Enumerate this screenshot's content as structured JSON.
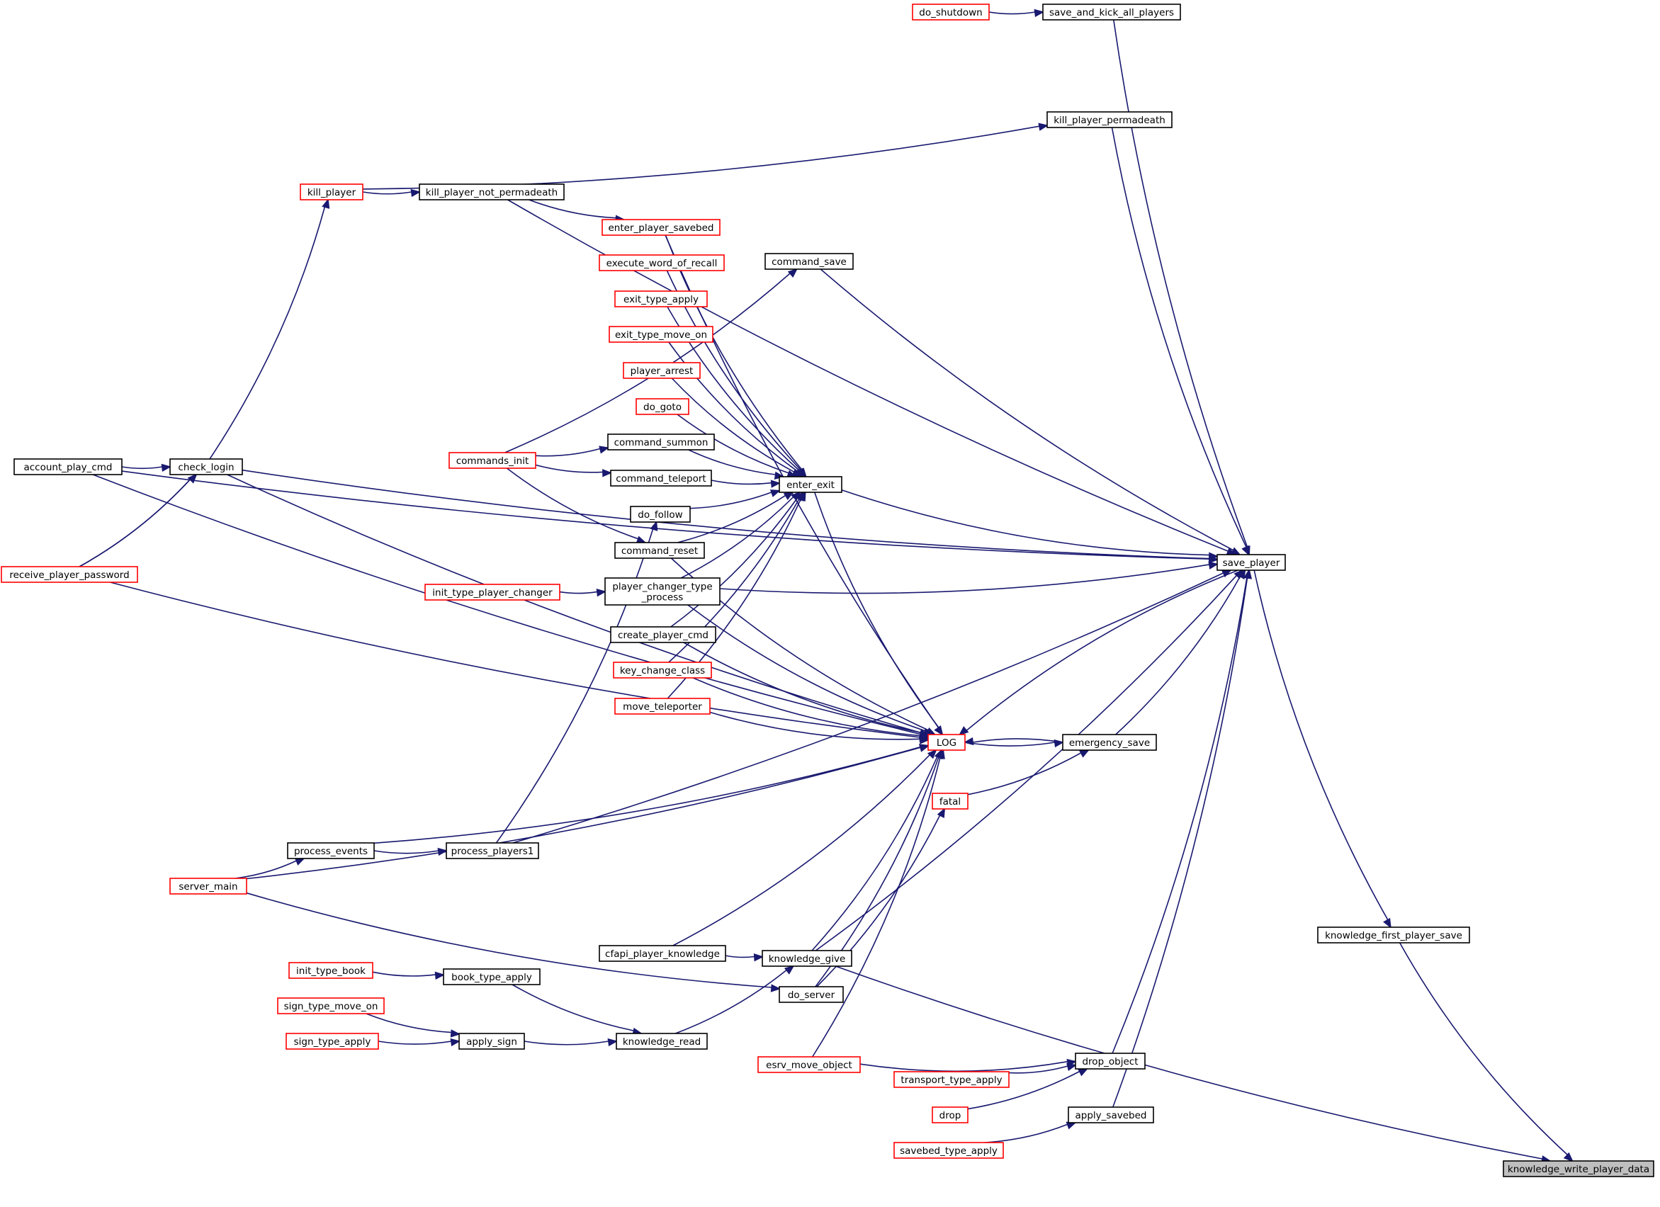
{
  "colors": {
    "edge": "#191970",
    "node_border_default": "#000000",
    "node_border_external": "#ff0000",
    "focus_fill": "#bfbfbf"
  },
  "nodes": [
    {
      "id": "knowledge_write_player_data",
      "label": [
        "knowledge_write_player_data"
      ],
      "kind": "focus"
    },
    {
      "id": "knowledge_first_player_save",
      "label": [
        "knowledge_first_player_save"
      ],
      "kind": "black"
    },
    {
      "id": "save_player",
      "label": [
        "save_player"
      ],
      "kind": "black"
    },
    {
      "id": "save_and_kick_all_players",
      "label": [
        "save_and_kick_all_players"
      ],
      "kind": "black"
    },
    {
      "id": "do_shutdown",
      "label": [
        "do_shutdown"
      ],
      "kind": "red"
    },
    {
      "id": "kill_player_permadeath",
      "label": [
        "kill_player_permadeath"
      ],
      "kind": "black"
    },
    {
      "id": "kill_player",
      "label": [
        "kill_player"
      ],
      "kind": "red"
    },
    {
      "id": "kill_player_not_permadeath",
      "label": [
        "kill_player_not_permadeath"
      ],
      "kind": "black"
    },
    {
      "id": "enter_player_savebed",
      "label": [
        "enter_player_savebed"
      ],
      "kind": "red"
    },
    {
      "id": "command_save",
      "label": [
        "command_save"
      ],
      "kind": "black"
    },
    {
      "id": "execute_word_of_recall",
      "label": [
        "execute_word_of_recall"
      ],
      "kind": "red"
    },
    {
      "id": "exit_type_apply",
      "label": [
        "exit_type_apply"
      ],
      "kind": "red"
    },
    {
      "id": "exit_type_move_on",
      "label": [
        "exit_type_move_on"
      ],
      "kind": "red"
    },
    {
      "id": "player_arrest",
      "label": [
        "player_arrest"
      ],
      "kind": "red"
    },
    {
      "id": "do_goto",
      "label": [
        "do_goto"
      ],
      "kind": "red"
    },
    {
      "id": "command_summon",
      "label": [
        "command_summon"
      ],
      "kind": "black"
    },
    {
      "id": "commands_init",
      "label": [
        "commands_init"
      ],
      "kind": "red"
    },
    {
      "id": "command_teleport",
      "label": [
        "command_teleport"
      ],
      "kind": "black"
    },
    {
      "id": "enter_exit",
      "label": [
        "enter_exit"
      ],
      "kind": "black"
    },
    {
      "id": "do_follow",
      "label": [
        "do_follow"
      ],
      "kind": "black"
    },
    {
      "id": "command_reset",
      "label": [
        "command_reset"
      ],
      "kind": "black"
    },
    {
      "id": "account_play_cmd",
      "label": [
        "account_play_cmd"
      ],
      "kind": "black"
    },
    {
      "id": "check_login",
      "label": [
        "check_login"
      ],
      "kind": "black"
    },
    {
      "id": "receive_player_password",
      "label": [
        "receive_player_password"
      ],
      "kind": "red"
    },
    {
      "id": "init_type_player_changer",
      "label": [
        "init_type_player_changer"
      ],
      "kind": "red"
    },
    {
      "id": "player_changer_type_process",
      "label": [
        "player_changer_type",
        "_process"
      ],
      "kind": "black"
    },
    {
      "id": "create_player_cmd",
      "label": [
        "create_player_cmd"
      ],
      "kind": "black"
    },
    {
      "id": "key_change_class",
      "label": [
        "key_change_class"
      ],
      "kind": "red"
    },
    {
      "id": "move_teleporter",
      "label": [
        "move_teleporter"
      ],
      "kind": "red"
    },
    {
      "id": "LOG",
      "label": [
        "LOG"
      ],
      "kind": "red"
    },
    {
      "id": "emergency_save",
      "label": [
        "emergency_save"
      ],
      "kind": "black"
    },
    {
      "id": "fatal",
      "label": [
        "fatal"
      ],
      "kind": "red"
    },
    {
      "id": "process_events",
      "label": [
        "process_events"
      ],
      "kind": "black"
    },
    {
      "id": "process_players1",
      "label": [
        "process_players1"
      ],
      "kind": "black"
    },
    {
      "id": "server_main",
      "label": [
        "server_main"
      ],
      "kind": "red"
    },
    {
      "id": "cfapi_player_knowledge",
      "label": [
        "cfapi_player_knowledge"
      ],
      "kind": "black"
    },
    {
      "id": "knowledge_give",
      "label": [
        "knowledge_give"
      ],
      "kind": "black"
    },
    {
      "id": "do_server",
      "label": [
        "do_server"
      ],
      "kind": "black"
    },
    {
      "id": "init_type_book",
      "label": [
        "init_type_book"
      ],
      "kind": "red"
    },
    {
      "id": "book_type_apply",
      "label": [
        "book_type_apply"
      ],
      "kind": "black"
    },
    {
      "id": "sign_type_move_on",
      "label": [
        "sign_type_move_on"
      ],
      "kind": "red"
    },
    {
      "id": "sign_type_apply",
      "label": [
        "sign_type_apply"
      ],
      "kind": "red"
    },
    {
      "id": "apply_sign",
      "label": [
        "apply_sign"
      ],
      "kind": "black"
    },
    {
      "id": "knowledge_read",
      "label": [
        "knowledge_read"
      ],
      "kind": "black"
    },
    {
      "id": "esrv_move_object",
      "label": [
        "esrv_move_object"
      ],
      "kind": "red"
    },
    {
      "id": "drop_object",
      "label": [
        "drop_object"
      ],
      "kind": "black"
    },
    {
      "id": "transport_type_apply",
      "label": [
        "transport_type_apply"
      ],
      "kind": "red"
    },
    {
      "id": "drop",
      "label": [
        "drop"
      ],
      "kind": "red"
    },
    {
      "id": "apply_savebed",
      "label": [
        "apply_savebed"
      ],
      "kind": "black"
    },
    {
      "id": "savebed_type_apply",
      "label": [
        "savebed_type_apply"
      ],
      "kind": "red"
    }
  ],
  "edges": [
    {
      "from": "knowledge_first_player_save",
      "to": "knowledge_write_player_data"
    },
    {
      "from": "knowledge_give",
      "to": "knowledge_write_player_data"
    },
    {
      "from": "save_player",
      "to": "knowledge_first_player_save"
    },
    {
      "from": "save_and_kick_all_players",
      "to": "save_player"
    },
    {
      "from": "kill_player_permadeath",
      "to": "save_player"
    },
    {
      "from": "kill_player_not_permadeath",
      "to": "save_player"
    },
    {
      "from": "command_save",
      "to": "save_player"
    },
    {
      "from": "enter_exit",
      "to": "save_player"
    },
    {
      "from": "account_play_cmd",
      "to": "save_player"
    },
    {
      "from": "check_login",
      "to": "save_player"
    },
    {
      "from": "player_changer_type_process",
      "to": "save_player"
    },
    {
      "from": "emergency_save",
      "to": "save_player"
    },
    {
      "from": "knowledge_give",
      "to": "save_player"
    },
    {
      "from": "process_players1",
      "to": "save_player"
    },
    {
      "from": "drop_object",
      "to": "save_player"
    },
    {
      "from": "apply_savebed",
      "to": "save_player"
    },
    {
      "from": "save_player",
      "to": "LOG"
    },
    {
      "from": "do_shutdown",
      "to": "save_and_kick_all_players"
    },
    {
      "from": "kill_player",
      "to": "kill_player_permadeath"
    },
    {
      "from": "kill_player",
      "to": "kill_player_not_permadeath"
    },
    {
      "from": "check_login",
      "to": "kill_player"
    },
    {
      "from": "kill_player_not_permadeath",
      "to": "enter_player_savebed"
    },
    {
      "from": "commands_init",
      "to": "command_save"
    },
    {
      "from": "enter_player_savebed",
      "to": "enter_exit"
    },
    {
      "from": "execute_word_of_recall",
      "to": "enter_exit"
    },
    {
      "from": "exit_type_apply",
      "to": "enter_exit"
    },
    {
      "from": "exit_type_move_on",
      "to": "enter_exit"
    },
    {
      "from": "player_arrest",
      "to": "enter_exit"
    },
    {
      "from": "do_goto",
      "to": "enter_exit"
    },
    {
      "from": "command_summon",
      "to": "enter_exit"
    },
    {
      "from": "command_teleport",
      "to": "enter_exit"
    },
    {
      "from": "do_follow",
      "to": "enter_exit"
    },
    {
      "from": "command_reset",
      "to": "enter_exit"
    },
    {
      "from": "player_changer_type_process",
      "to": "enter_exit"
    },
    {
      "from": "create_player_cmd",
      "to": "enter_exit"
    },
    {
      "from": "key_change_class",
      "to": "enter_exit"
    },
    {
      "from": "move_teleporter",
      "to": "enter_exit"
    },
    {
      "from": "commands_init",
      "to": "command_summon"
    },
    {
      "from": "commands_init",
      "to": "command_teleport"
    },
    {
      "from": "commands_init",
      "to": "command_reset"
    },
    {
      "from": "account_play_cmd",
      "to": "check_login"
    },
    {
      "from": "receive_player_password",
      "to": "check_login"
    },
    {
      "from": "init_type_player_changer",
      "to": "player_changer_type_process"
    },
    {
      "from": "process_players1",
      "to": "do_follow"
    },
    {
      "from": "enter_player_savebed",
      "to": "LOG"
    },
    {
      "from": "enter_exit",
      "to": "LOG"
    },
    {
      "from": "command_reset",
      "to": "LOG"
    },
    {
      "from": "player_changer_type_process",
      "to": "LOG"
    },
    {
      "from": "create_player_cmd",
      "to": "LOG"
    },
    {
      "from": "key_change_class",
      "to": "LOG"
    },
    {
      "from": "move_teleporter",
      "to": "LOG"
    },
    {
      "from": "check_login",
      "to": "LOG"
    },
    {
      "from": "account_play_cmd",
      "to": "LOG"
    },
    {
      "from": "process_events",
      "to": "LOG"
    },
    {
      "from": "server_main",
      "to": "LOG"
    },
    {
      "from": "receive_player_password",
      "to": "LOG"
    },
    {
      "from": "cfapi_player_knowledge",
      "to": "LOG"
    },
    {
      "from": "knowledge_give",
      "to": "LOG"
    },
    {
      "from": "do_server",
      "to": "LOG"
    },
    {
      "from": "esrv_move_object",
      "to": "LOG"
    },
    {
      "from": "emergency_save",
      "to": "LOG"
    },
    {
      "from": "LOG",
      "to": "emergency_save"
    },
    {
      "from": "fatal",
      "to": "emergency_save"
    },
    {
      "from": "do_server",
      "to": "fatal"
    },
    {
      "from": "process_events",
      "to": "process_players1"
    },
    {
      "from": "server_main",
      "to": "process_events"
    },
    {
      "from": "receive_player_password",
      "to": "check_login"
    },
    {
      "from": "cfapi_player_knowledge",
      "to": "knowledge_give"
    },
    {
      "from": "knowledge_read",
      "to": "knowledge_give"
    },
    {
      "from": "server_main",
      "to": "do_server"
    },
    {
      "from": "init_type_book",
      "to": "book_type_apply"
    },
    {
      "from": "book_type_apply",
      "to": "knowledge_read"
    },
    {
      "from": "apply_sign",
      "to": "knowledge_read"
    },
    {
      "from": "sign_type_move_on",
      "to": "apply_sign"
    },
    {
      "from": "sign_type_apply",
      "to": "apply_sign"
    },
    {
      "from": "esrv_move_object",
      "to": "drop_object"
    },
    {
      "from": "transport_type_apply",
      "to": "drop_object"
    },
    {
      "from": "drop",
      "to": "drop_object"
    },
    {
      "from": "savebed_type_apply",
      "to": "apply_savebed"
    }
  ]
}
